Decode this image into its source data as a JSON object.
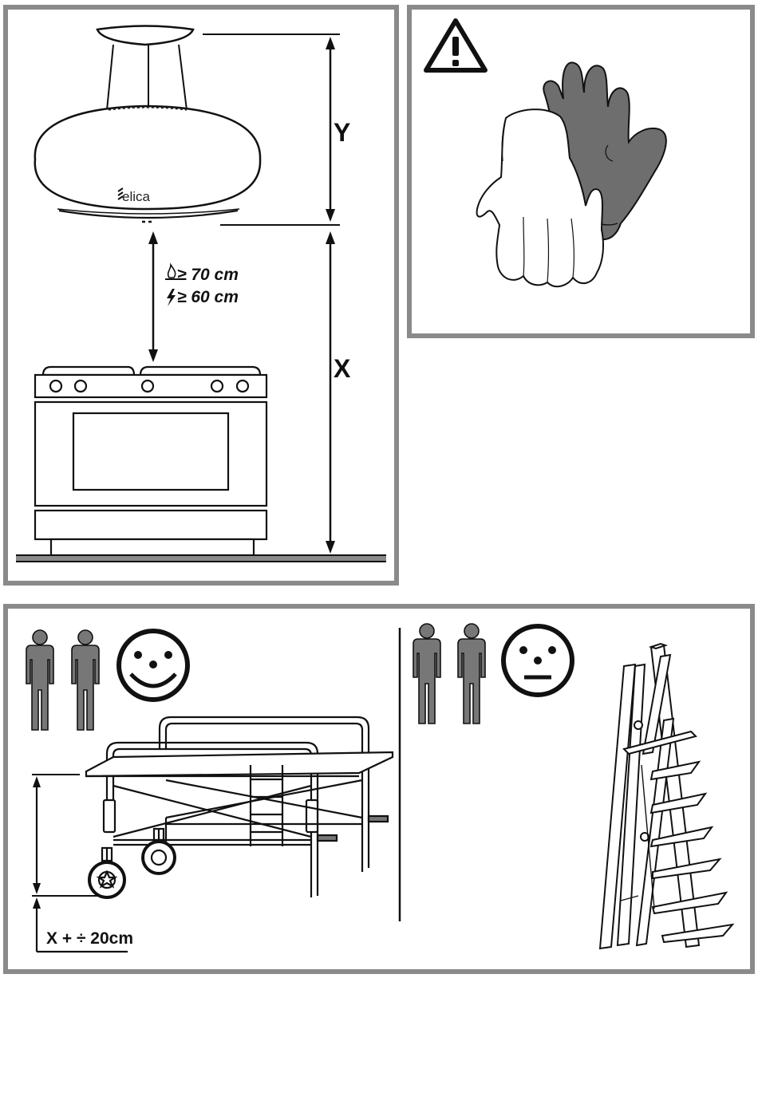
{
  "hood_panel": {
    "brand": "elica",
    "dimension_y": "Y",
    "dimension_x": "X",
    "gas_clearance": "≥ 70 cm",
    "electric_clearance": "≥ 60 cm",
    "gas_icon": "flame-icon",
    "electric_icon": "lightning-icon"
  },
  "gloves_panel": {
    "warning_icon": "warning-triangle-icon",
    "warning_symbol": "!"
  },
  "install_panel": {
    "left_scene": {
      "people_count": 2,
      "face_icon": "happy-face-icon",
      "equipment_icon": "mobile-scaffold-icon",
      "height_formula": "X + ÷ 20cm"
    },
    "right_scene": {
      "people_count": 2,
      "face_icon": "neutral-face-icon",
      "equipment_icon": "step-ladder-icon"
    }
  },
  "colors": {
    "border": "#8a8a8a",
    "figure": "#777777",
    "glove_dark": "#6e6e6e",
    "line": "#111111"
  }
}
